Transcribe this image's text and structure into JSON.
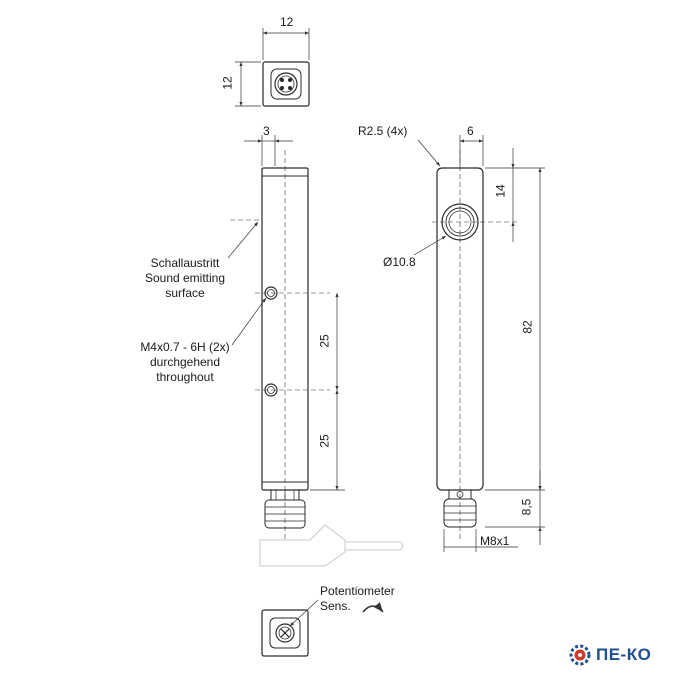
{
  "dimensions": {
    "top_width": "12",
    "top_height": "12",
    "side_depth": "3",
    "front_hole_offset": "6",
    "front_hole_top": "14",
    "body_length": "82",
    "connector_length": "8,5",
    "hole_spacing_1": "25",
    "hole_spacing_2": "25",
    "corner_radius": "R2.5 (4x)",
    "bore_diameter": "Ø10.8",
    "thread": "M8x1"
  },
  "labels": {
    "sound_line1": "Schallaustritt",
    "sound_line2": "Sound emitting",
    "sound_line3": "surface",
    "mount_line1": "M4x0.7 - 6H (2x)",
    "mount_line2": "durchgehend",
    "mount_line3": "throughout",
    "pot_line1": "Potentiometer",
    "pot_line2": "Sens."
  },
  "logo": {
    "text": "ПЕ-КО",
    "color": "#1f4f8f",
    "accent": "#d23a2a",
    "icon": "gear-logo-icon"
  },
  "colors": {
    "line": "#2a2a2a",
    "dim_line": "#333333",
    "ghost": "#c8c8c8"
  }
}
